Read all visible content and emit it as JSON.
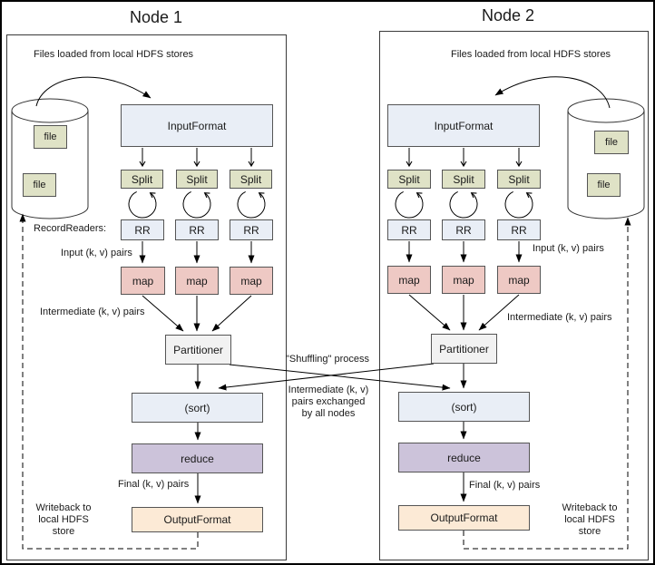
{
  "diagram": {
    "center": {
      "shuffling_label": "\"Shuffling\" process",
      "exchange_lines": [
        "Intermediate (k, v)",
        "pairs exchanged",
        "by all nodes"
      ]
    },
    "nodes": [
      {
        "title": "Node 1",
        "files_loaded_label": "Files loaded from local HDFS stores",
        "record_readers_label": "RecordReaders:",
        "input_pairs_label": "Input (k, v) pairs",
        "intermediate_pairs_label": "Intermediate (k, v) pairs",
        "final_pairs_label": "Final (k, v) pairs",
        "writeback_lines": [
          "Writeback to",
          "local HDFS",
          "store"
        ],
        "boxes": {
          "input_format": "InputFormat",
          "split": "Split",
          "rr": "RR",
          "map": "map",
          "partitioner": "Partitioner",
          "sort": "(sort)",
          "reduce": "reduce",
          "output_format": "OutputFormat",
          "file": "file"
        }
      },
      {
        "title": "Node 2",
        "files_loaded_label": "Files loaded from local HDFS stores",
        "input_pairs_label": "Input (k, v) pairs",
        "intermediate_pairs_label": "Intermediate (k, v) pairs",
        "final_pairs_label": "Final (k, v) pairs",
        "writeback_lines": [
          "Writeback to",
          "local HDFS",
          "store"
        ],
        "boxes": {
          "input_format": "InputFormat",
          "split": "Split",
          "rr": "RR",
          "map": "map",
          "partitioner": "Partitioner",
          "sort": "(sort)",
          "reduce": "reduce",
          "output_format": "OutputFormat",
          "file": "file"
        }
      }
    ],
    "icons": {
      "hdfs_store": "database-cylinder-icon",
      "split_loop": "iteration-loop-arrow-icon",
      "flow_arrow": "arrow-icon"
    },
    "colors": {
      "io_box_fill": "#e9eef6",
      "split_file_fill": "#dfe2c6",
      "map_fill": "#eec9c4",
      "partitioner_fill": "#f2f2f2",
      "reduce_fill": "#ccc3da",
      "output_fill": "#fcead6",
      "box_border": "#555555",
      "line_color": "#000000"
    }
  }
}
